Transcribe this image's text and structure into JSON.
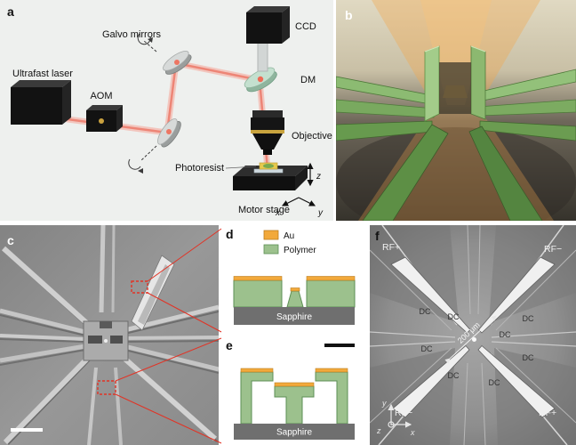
{
  "panels": {
    "a": {
      "label": "a",
      "labels": {
        "ultrafast_laser": "Ultrafast laser",
        "aom": "AOM",
        "galvo_mirrors": "Galvo mirrors",
        "ccd": "CCD",
        "dm": "DM",
        "objective": "Objective",
        "photoresist": "Photoresist",
        "motor_stage": "Motor stage"
      },
      "axes": {
        "x": "x",
        "y": "y",
        "z": "z"
      },
      "colors": {
        "background": "#eef0ee",
        "laser_beam": "#ed8273"
      }
    },
    "b": {
      "label": "b",
      "colors": {
        "polymer_structure": "#7fb066",
        "light_cone": "#f2a74e"
      }
    },
    "c": {
      "label": "c"
    },
    "d": {
      "label": "d",
      "legend": [
        {
          "name": "Au",
          "color": "#f2a93b"
        },
        {
          "name": "Polymer",
          "color": "#9cc18d"
        }
      ],
      "substrate": "Sapphire"
    },
    "e": {
      "label": "e",
      "substrate": "Sapphire"
    },
    "f": {
      "label": "f",
      "rf_labels": {
        "top_left": "RF+",
        "top_right": "RF−",
        "bottom_left": "RF−",
        "bottom_right": "RF+"
      },
      "dc_labels": [
        "DC",
        "DC",
        "DC",
        "DC",
        "DC",
        "DC",
        "DC",
        "DC"
      ],
      "scale_annotation": "200 μm",
      "axes": {
        "x": "x",
        "y": "y",
        "z": "z"
      }
    }
  }
}
